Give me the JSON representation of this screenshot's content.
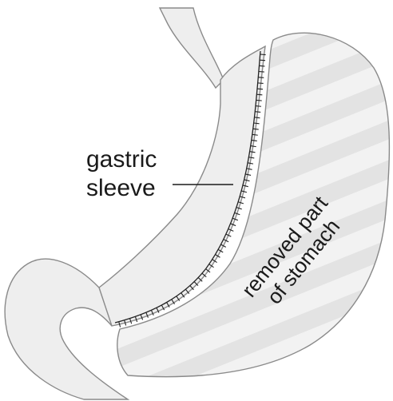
{
  "diagram": {
    "labels": {
      "gastric_sleeve": [
        "gastric",
        "sleeve"
      ],
      "removed_part": [
        "removed part",
        "of stomach"
      ]
    },
    "colors": {
      "tissue_fill": "#eeeeee",
      "stripe_fill": "#e4e4e4",
      "outline": "#8a8a8a",
      "staple_line": "#222222",
      "leader_line": "#1a1a1a"
    }
  }
}
